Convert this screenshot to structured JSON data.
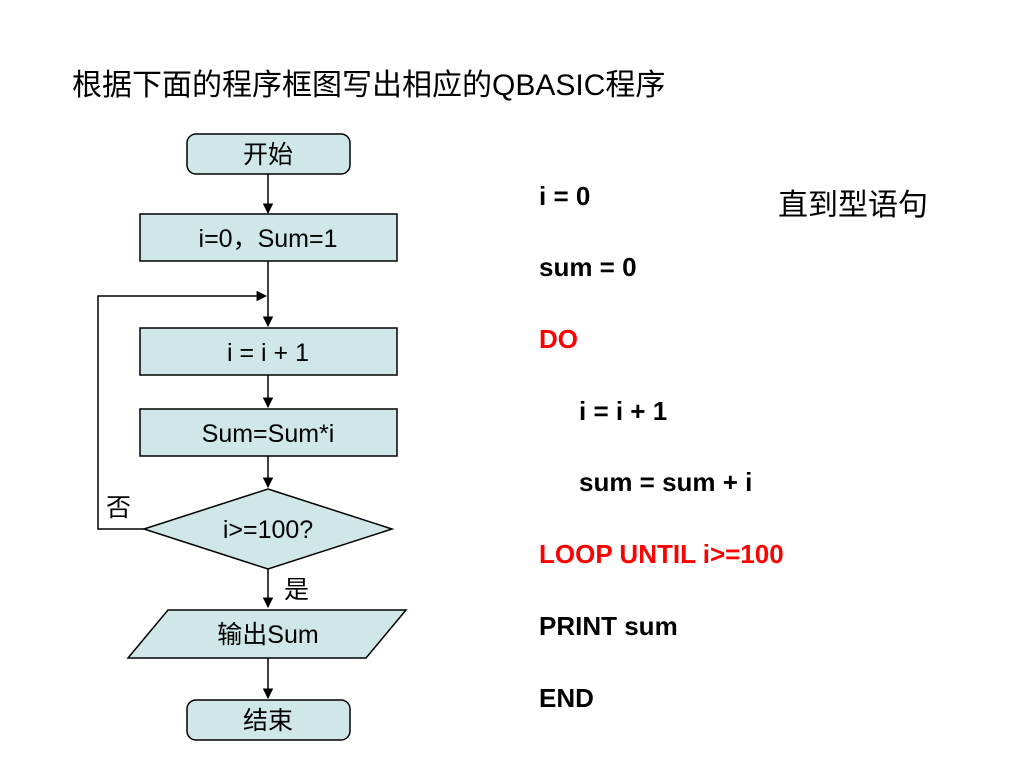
{
  "title": "根据下面的程序框图写出相应的QBASIC程序",
  "flowchart": {
    "start": "开始",
    "init": "i=0，Sum=1",
    "increment": "i = i + 1",
    "multiply": "Sum=Sum*i",
    "condition": "i>=100?",
    "no_label": "否",
    "yes_label": "是",
    "output": "输出Sum",
    "end": "结束"
  },
  "code": {
    "lines": [
      {
        "text": "i = 0",
        "indent": false,
        "color": "#000000"
      },
      {
        "text": "sum = 0",
        "indent": false,
        "color": "#000000"
      },
      {
        "text": "DO",
        "indent": false,
        "color": "#ff0000"
      },
      {
        "text": "i = i + 1",
        "indent": true,
        "color": "#000000"
      },
      {
        "text": "sum = sum + i",
        "indent": true,
        "color": "#000000"
      },
      {
        "text": "LOOP UNTIL i>=100",
        "indent": false,
        "color": "#ff0000"
      },
      {
        "text": "PRINT sum",
        "indent": false,
        "color": "#000000"
      },
      {
        "text": "END",
        "indent": false,
        "color": "#000000"
      }
    ]
  },
  "side_label": "直到型语句",
  "colors": {
    "box_fill": "#cfe7e8",
    "line": "#000000",
    "keyword": "#ff0000"
  }
}
